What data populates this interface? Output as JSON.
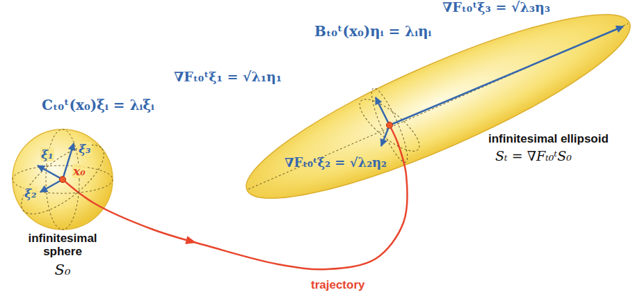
{
  "diagram": {
    "nodes": [
      {
        "text": [
          "ξ₁",
          "ξ₂",
          "ξ₃",
          "x₀",
          "infinitesimal sphere",
          "S₀"
        ]
      },
      {
        "text": [
          "infinitesimal ellipsoid",
          "Sₜ = ∇Fₜ₀ᵗS₀"
        ]
      }
    ],
    "edges": [
      {
        "from": 0,
        "to": 1,
        "arrow": "to"
      }
    ],
    "labels": [
      "Cₜ₀ᵗ(x₀)ξᵢ = λᵢξᵢ",
      "Bₜ₀ᵗ(x₀)ηᵢ = λᵢηᵢ",
      "∇Fₜ₀ᵗξ₃ = √λ₃η₃",
      "∇Fₜ₀ᵗξ₁ = √λ₁η₁",
      "∇Fₜ₀ᵗξ₂ = √λ₂η₂",
      "trajectory"
    ]
  }
}
